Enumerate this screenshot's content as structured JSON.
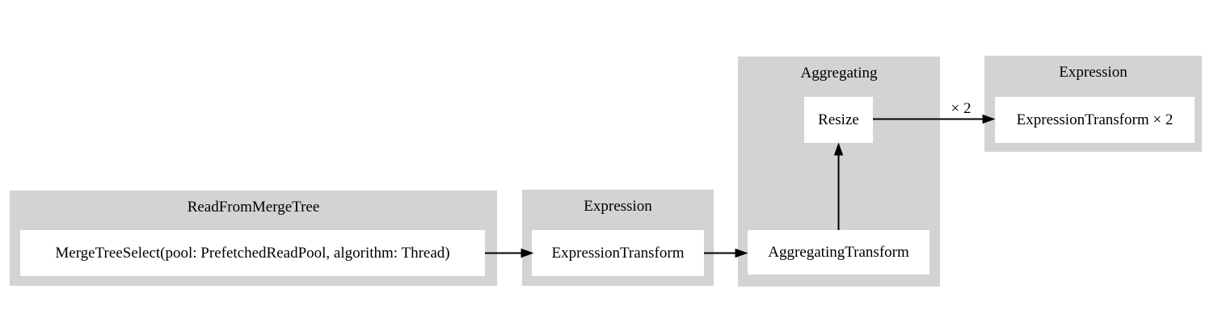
{
  "diagram": {
    "clusters": [
      {
        "title": "ReadFromMergeTree",
        "nodes": [
          {
            "label": "MergeTreeSelect(pool: PrefetchedReadPool, algorithm: Thread)"
          }
        ]
      },
      {
        "title": "Expression",
        "nodes": [
          {
            "label": "ExpressionTransform"
          }
        ]
      },
      {
        "title": "Aggregating",
        "nodes": [
          {
            "label": "Resize"
          },
          {
            "label": "AggregatingTransform"
          }
        ]
      },
      {
        "title": "Expression",
        "nodes": [
          {
            "label": "ExpressionTransform × 2"
          }
        ]
      }
    ],
    "edges": [
      {
        "from": "MergeTreeSelect(pool: PrefetchedReadPool, algorithm: Thread)",
        "to": "ExpressionTransform",
        "label": ""
      },
      {
        "from": "ExpressionTransform",
        "to": "AggregatingTransform",
        "label": ""
      },
      {
        "from": "AggregatingTransform",
        "to": "Resize",
        "label": ""
      },
      {
        "from": "Resize",
        "to": "ExpressionTransform × 2",
        "label": "× 2"
      }
    ],
    "colors": {
      "cluster_bg": "#d3d3d3",
      "node_bg": "#ffffff",
      "edge": "#000000",
      "text": "#000000",
      "background": "#ffffff"
    }
  }
}
